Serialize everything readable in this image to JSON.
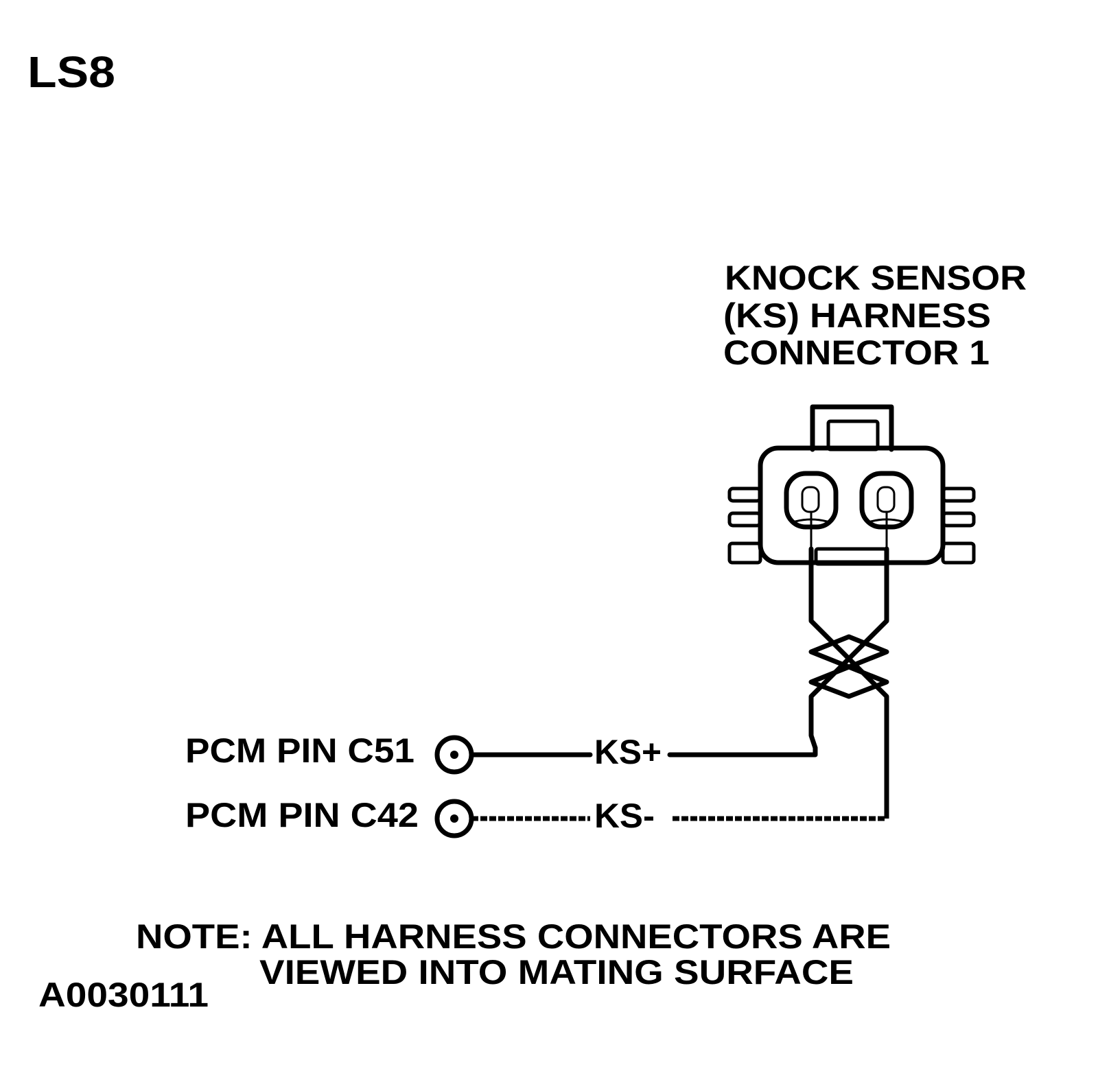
{
  "diagram_id": "LS8",
  "connector": {
    "title_lines": [
      "KNOCK SENSOR",
      "(KS) HARNESS",
      "CONNECTOR 1"
    ]
  },
  "circuits": [
    {
      "pin_label": "PCM PIN C51",
      "signal": "KS+"
    },
    {
      "pin_label": "PCM PIN C42",
      "signal": "KS-"
    }
  ],
  "note_lines": [
    "NOTE: ALL HARNESS CONNECTORS ARE",
    "VIEWED INTO MATING SURFACE"
  ],
  "figure_code": "A0030111"
}
